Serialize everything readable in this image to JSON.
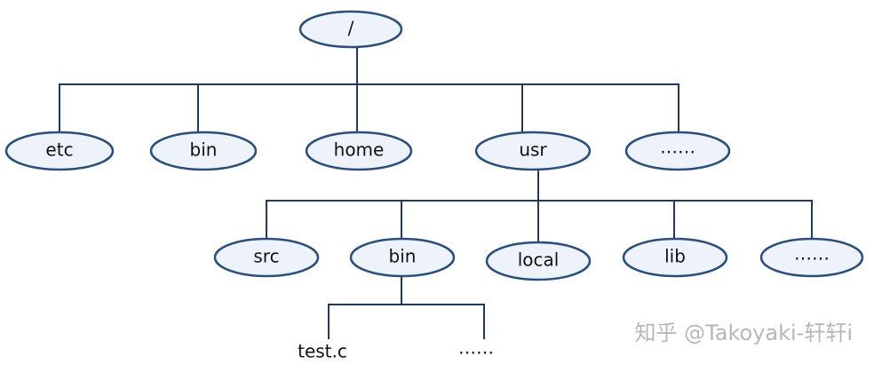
{
  "tree": {
    "root": {
      "id": "root",
      "label": "/"
    },
    "level1": [
      {
        "id": "etc",
        "label": "etc"
      },
      {
        "id": "bin",
        "label": "bin"
      },
      {
        "id": "home",
        "label": "home"
      },
      {
        "id": "usr",
        "label": "usr"
      },
      {
        "id": "more1",
        "label": "……"
      }
    ],
    "usr_children": [
      {
        "id": "src",
        "label": "src"
      },
      {
        "id": "usr-bin",
        "label": "bin"
      },
      {
        "id": "local",
        "label": "local"
      },
      {
        "id": "lib",
        "label": "lib"
      },
      {
        "id": "more2",
        "label": "……"
      }
    ],
    "usr_bin_children": [
      {
        "id": "test-c",
        "label": "test.c"
      },
      {
        "id": "more3",
        "label": "……"
      }
    ]
  },
  "watermark": "知乎 @Takoyaki-轩轩i",
  "colors": {
    "node_fill": "#eef3fb",
    "node_stroke": "#2a4f7a",
    "edge": "#1f3a5a"
  }
}
